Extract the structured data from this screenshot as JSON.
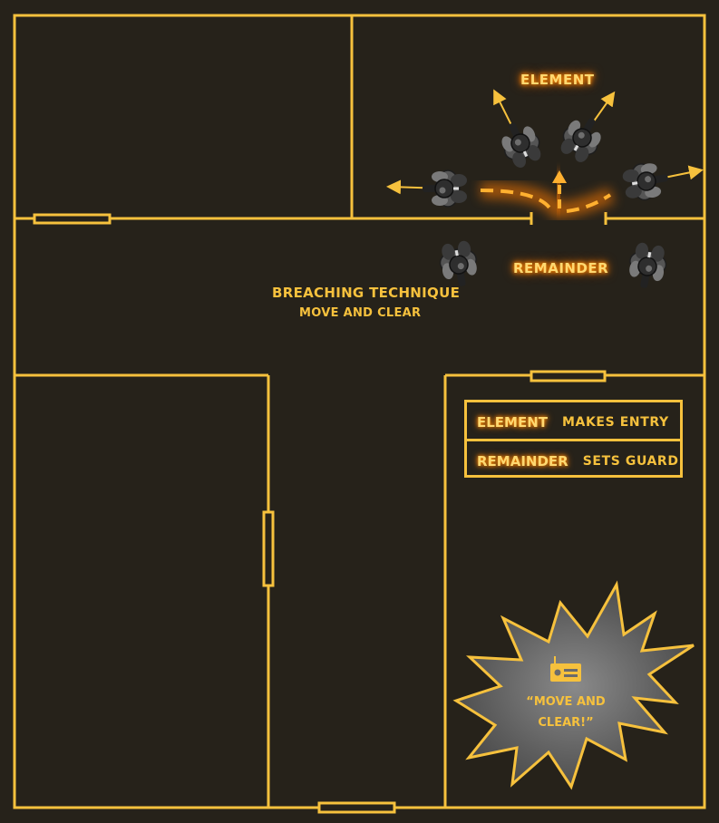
{
  "diagram": {
    "title": "BREACHING TECHNIQUE",
    "subtitle": "MOVE AND CLEAR"
  },
  "labels": {
    "element": "ELEMENT",
    "remainder": "REMAINDER"
  },
  "legend": {
    "rows": [
      {
        "key": "ELEMENT",
        "value": "MAKES ENTRY"
      },
      {
        "key": "REMAINDER",
        "value": "SETS GUARD"
      }
    ]
  },
  "radio": {
    "icon": "radio-icon",
    "callout_line1": "“MOVE AND",
    "callout_line2": "CLEAR!”"
  },
  "colors": {
    "background": "#26221a",
    "wall": "#f6c13d",
    "glow": "#ff8a00",
    "operator": "#4a4a4a",
    "burst_fill": "#6b6b6b"
  },
  "units": {
    "element_count": 4,
    "remainder_count": 2
  }
}
